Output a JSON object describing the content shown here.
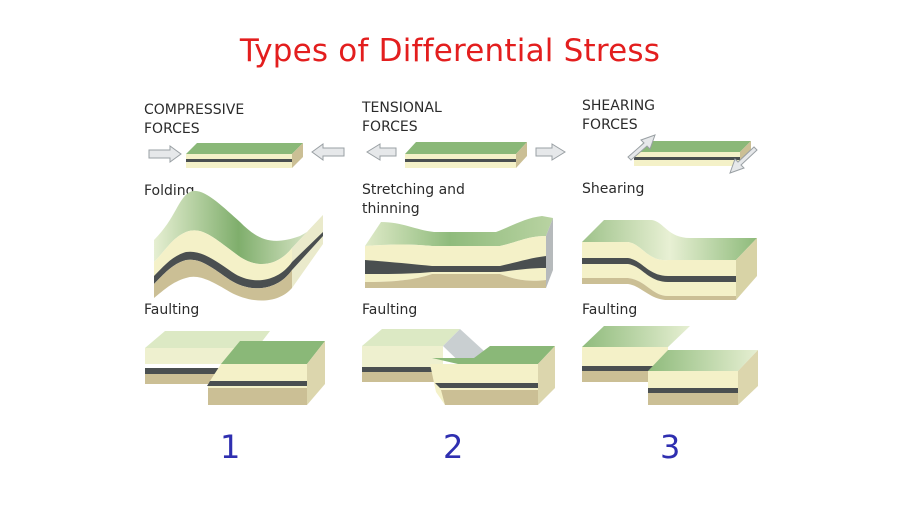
{
  "title": "Types of Differential Stress",
  "columns": [
    {
      "force_line1": "COMPRESSIVE",
      "force_line2": "FORCES",
      "middle_line1": "Folding",
      "middle_line2": "",
      "bottom": "Faulting",
      "number": "1"
    },
    {
      "force_line1": "TENSIONAL",
      "force_line2": "FORCES",
      "middle_line1": "Stretching and",
      "middle_line2": "thinning",
      "bottom": "Faulting",
      "number": "2"
    },
    {
      "force_line1": "SHEARING",
      "force_line2": "FORCES",
      "middle_line1": "Shearing",
      "middle_line2": "",
      "bottom": "Faulting",
      "number": "3"
    }
  ],
  "colors": {
    "title": "#e31e1e",
    "numbers": "#2f2fb0",
    "green_top": "#8ab878",
    "light_green": "#dce9c4",
    "cream": "#f4f1c8",
    "dark_layer": "#4a4f50",
    "tan_layer": "#cbbf95",
    "arrow": "#cfd3d6"
  }
}
